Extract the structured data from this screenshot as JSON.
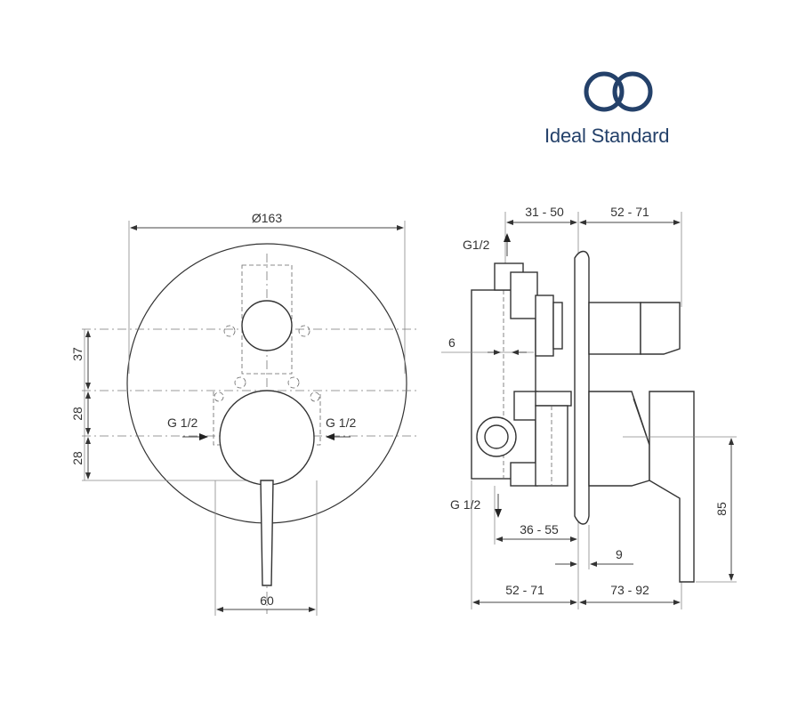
{
  "brand": {
    "name": "Ideal Standard",
    "logo_color": "#24416a"
  },
  "front_view": {
    "diameter_label": "Ø163",
    "dim_37": "37",
    "dim_28_upper": "28",
    "dim_28_lower": "28",
    "inlet_left": "G 1/2",
    "inlet_right": "G 1/2",
    "dim_60": "60"
  },
  "side_view": {
    "outlet_top": "G1/2",
    "outlet_bottom": "G 1/2",
    "dim_31_50": "31 - 50",
    "dim_52_71_top": "52 - 71",
    "dim_6": "6",
    "dim_36_55": "36 - 55",
    "dim_9": "9",
    "dim_52_71_bottom": "52 - 71",
    "dim_73_92": "73 - 92",
    "dim_85": "85"
  }
}
